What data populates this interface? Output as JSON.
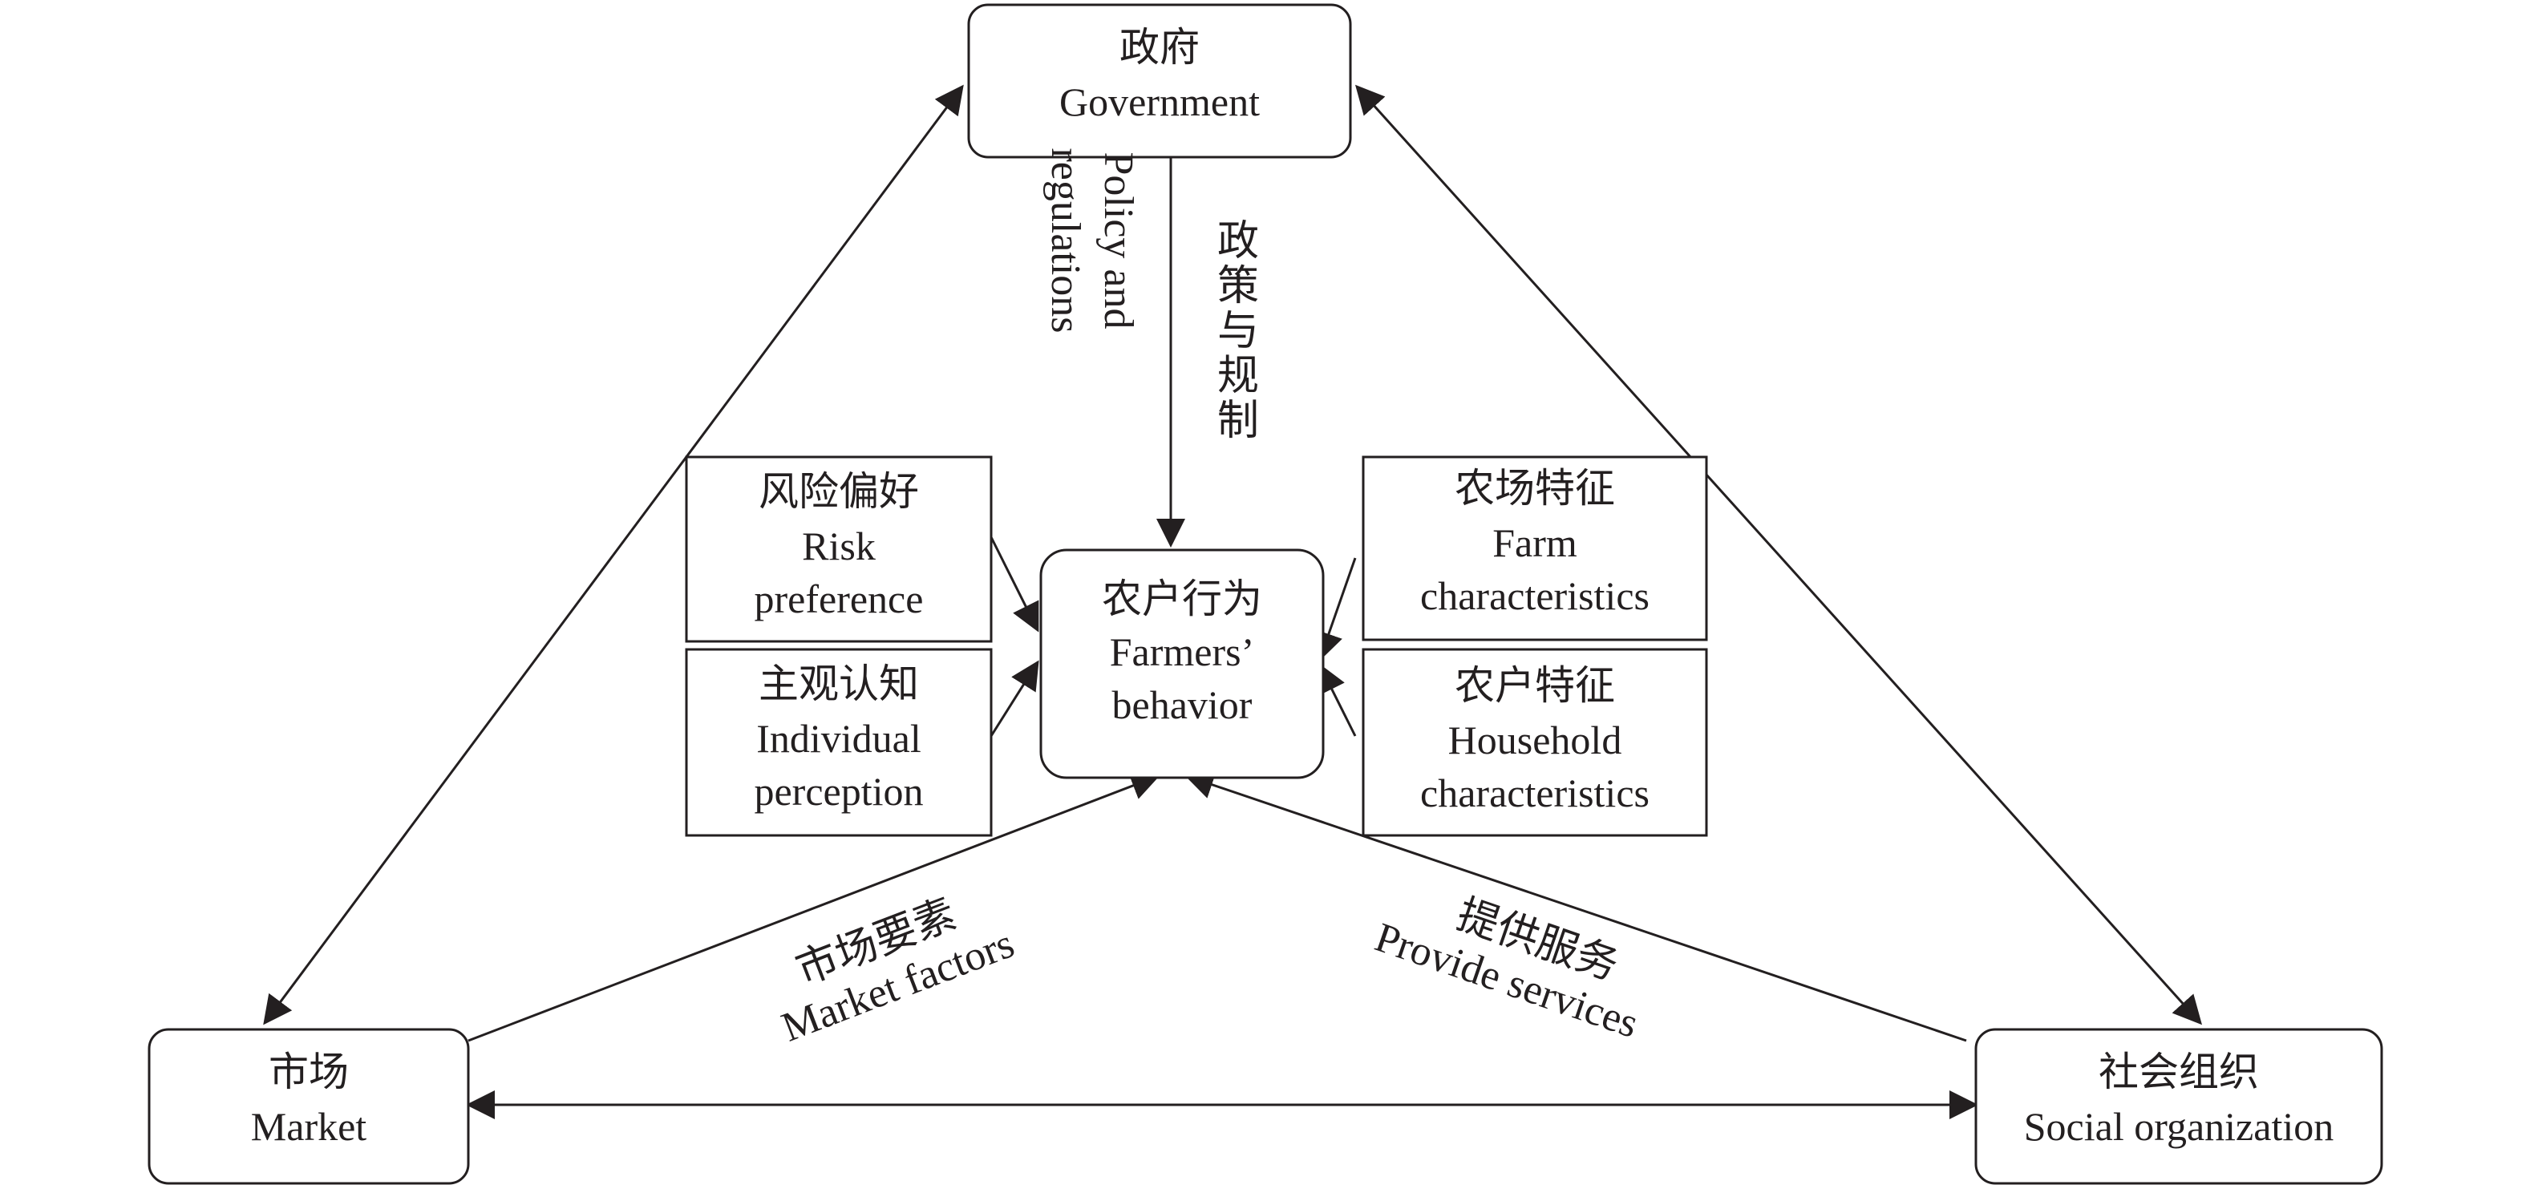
{
  "nodes": {
    "government": {
      "zh": "政府",
      "en": "Government"
    },
    "market": {
      "zh": "市场",
      "en": "Market"
    },
    "social": {
      "zh": "社会组织",
      "en": "Social organization"
    },
    "farmers": {
      "zh": "农户行为",
      "en1": "Farmers’",
      "en2": "behavior"
    },
    "risk": {
      "zh": "风险偏好",
      "en1": "Risk",
      "en2": "preference"
    },
    "perception": {
      "zh": "主观认知",
      "en1": "Individual",
      "en2": "perception"
    },
    "farm": {
      "zh": "农场特征",
      "en1": "Farm",
      "en2": "characteristics"
    },
    "household": {
      "zh": "农户特征",
      "en1": "Household",
      "en2": "characteristics"
    }
  },
  "labels": {
    "policy_zh": "政策与规制",
    "policy_en1": "Policy and",
    "policy_en2": "regulations",
    "market_factors_zh": "市场要素",
    "market_factors_en": "Market factors",
    "services_zh": "提供服务",
    "services_en": "Provide services"
  }
}
